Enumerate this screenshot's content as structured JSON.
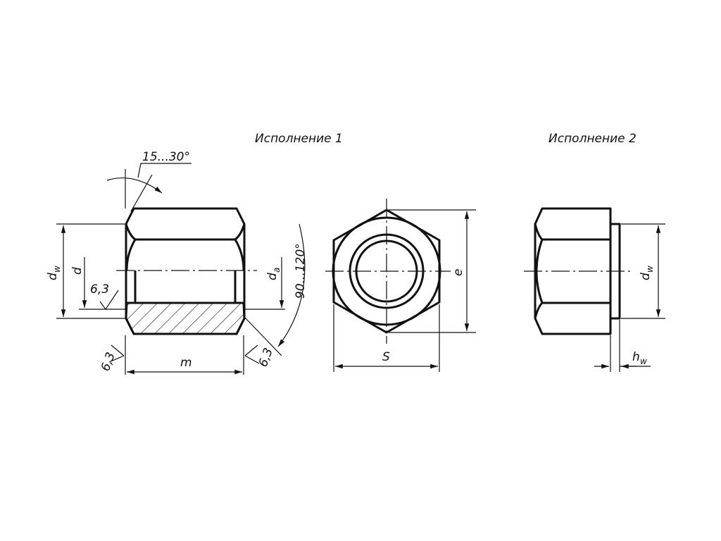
{
  "views": [
    {
      "title": "Исполнение 1"
    },
    {
      "title": "Исполнение 2"
    }
  ],
  "labels": {
    "chamfer_angle": "15...30°",
    "countersink_angle": "90...120°",
    "dw": "d",
    "dw_sub": "w",
    "d": "d",
    "da": "d",
    "da_sub": "a",
    "roughness": "6,3",
    "m": "m",
    "e": "e",
    "s": "S",
    "hw": "h",
    "hw_sub": "w"
  }
}
